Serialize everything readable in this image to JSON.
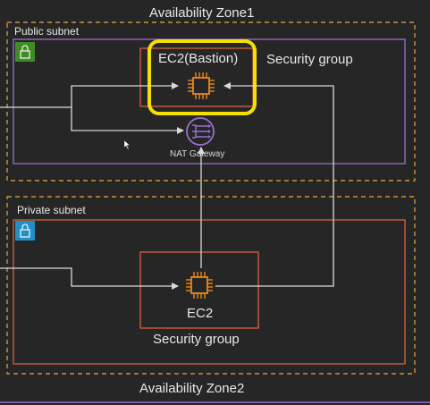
{
  "zones": {
    "zone1_title": "Availability Zone1",
    "zone2_title": "Availability Zone2"
  },
  "public_subnet": {
    "label": "Public subnet",
    "security_group_label": "Security group",
    "bastion_label": "EC2(Bastion)",
    "nat_label": "NAT Gateway"
  },
  "private_subnet": {
    "label": "Private subnet",
    "security_group_label": "Security group",
    "ec2_label": "EC2"
  },
  "colors": {
    "background": "#262626",
    "zone_border": "#c9923a",
    "public_subnet_border": "#9b6fd1",
    "private_subnet_border": "#d8623e",
    "security_group_border": "#d8623e",
    "highlight": "#f5e100",
    "ec2_icon": "#e8891c",
    "nat_icon": "#9b6fd1",
    "public_lock_bg": "#3f8c24",
    "private_lock_bg": "#1f8fc4",
    "connector": "#d9d9d9"
  },
  "icons": {
    "public_lock": "lock-icon",
    "private_lock": "lock-icon",
    "ec2": "chip-icon",
    "nat": "nat-gateway-icon",
    "cursor": "mouse-pointer-icon"
  }
}
